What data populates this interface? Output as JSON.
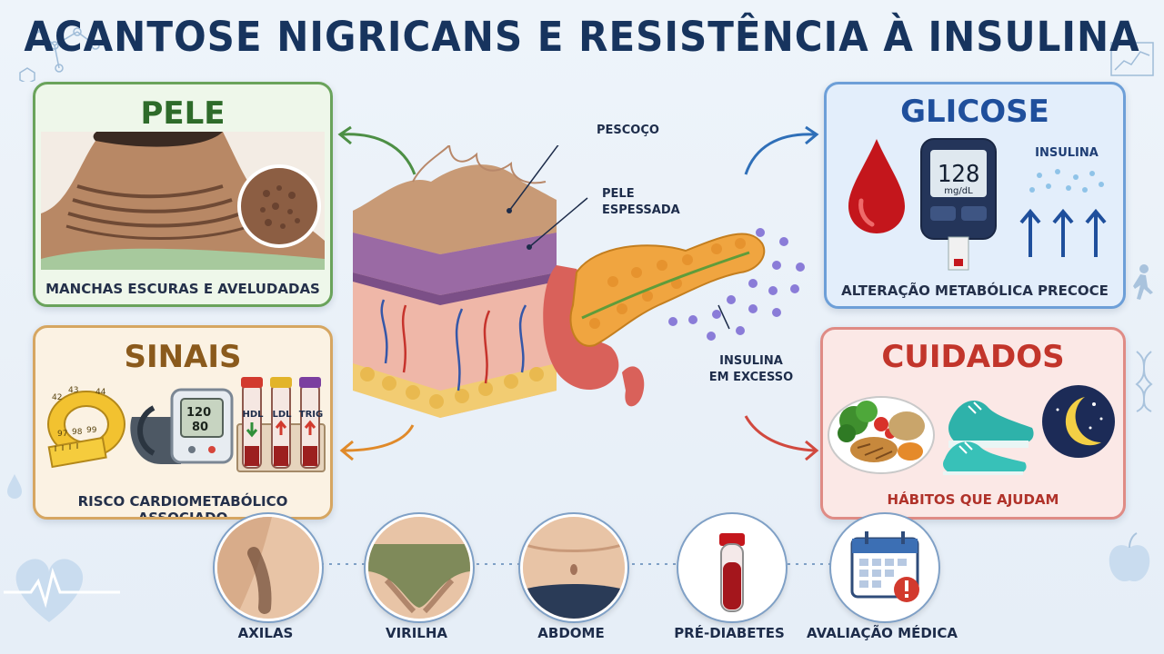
{
  "title": "ACANTOSE NIGRICANS E RESISTÊNCIA À INSULINA",
  "cards": {
    "pele": {
      "title": "PELE",
      "caption": "MANCHAS ESCURAS E AVELUDADAS"
    },
    "sinais": {
      "title": "SINAIS",
      "caption": "RISCO CARDIOMETABÓLICO ASSOCIADO"
    },
    "glicose": {
      "title": "GLICOSE",
      "caption": "ALTERAÇÃO METABÓLICA PRECOCE",
      "meter_value": "128",
      "meter_unit": "mg/dL",
      "insulin_label": "INSULINA"
    },
    "cuidados": {
      "title": "CUIDADOS",
      "caption": "HÁBITOS QUE AJUDAM"
    }
  },
  "bp_monitor": {
    "sys": "120",
    "dia": "80"
  },
  "tubes": [
    "HDL",
    "LDL",
    "TRIG"
  ],
  "tape_numbers": [
    "97",
    "98",
    "99",
    "42",
    "43",
    "44"
  ],
  "center_labels": {
    "neck": "PESCOÇO",
    "skin_line1": "PELE",
    "skin_line2": "ESPESSADA",
    "insulin_line1": "INSULINA",
    "insulin_line2": "EM EXCESSO"
  },
  "bottom": [
    {
      "label": "AXILAS"
    },
    {
      "label": "VIRILHA"
    },
    {
      "label": "ABDOME"
    },
    {
      "label": "PRÉ-DIABETES"
    },
    {
      "label": "AVALIAÇÃO MÉDICA"
    }
  ],
  "colors": {
    "title": "#17345e",
    "pele": "#2e6b2a",
    "sinais": "#8a5a1c",
    "glicose": "#1f4f9c",
    "cuidados": "#c2352b",
    "arrow_green": "#4d8f45",
    "arrow_orange": "#e08a2a",
    "arrow_blue": "#2f6fb8",
    "arrow_red": "#d1493f"
  }
}
